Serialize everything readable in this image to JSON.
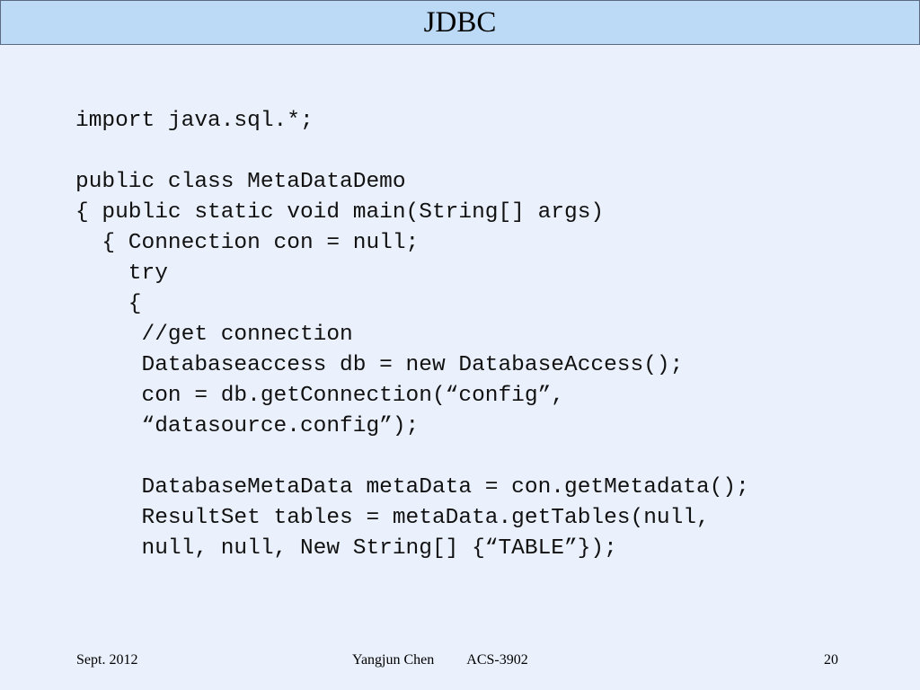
{
  "slide": {
    "title": "JDBC",
    "code_lines": [
      "import java.sql.*;",
      "",
      "public class MetaDataDemo",
      "{ public static void main(String[] args)",
      "  { Connection con = null;",
      "    try",
      "    {",
      "     //get connection",
      "     Databaseaccess db = new DatabaseAccess();",
      "     con = db.getConnection(“config”,",
      "     “datasource.config”);",
      "",
      "     DatabaseMetaData metaData = con.getMetadata();",
      "     ResultSet tables = metaData.getTables(null,",
      "     null, null, New String[] {“TABLE”});"
    ]
  },
  "footer": {
    "date": "Sept. 2012",
    "author": "Yangjun Chen",
    "course": "ACS-3902",
    "page_number": "20"
  }
}
